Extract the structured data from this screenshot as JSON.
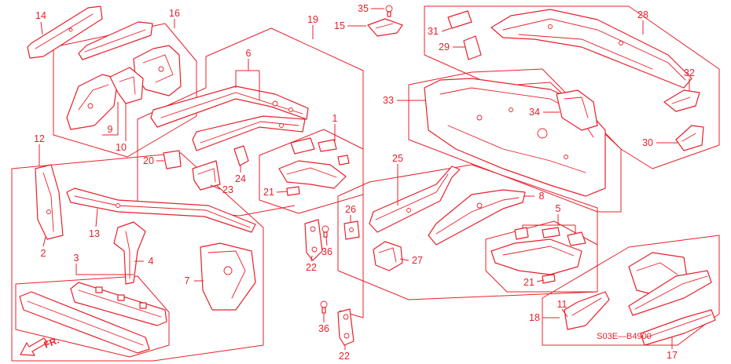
{
  "diagram": {
    "callouts": {
      "p14": "14",
      "p16": "16",
      "p19": "19",
      "p35": "35",
      "p15": "15",
      "p28": "28",
      "p31": "31",
      "p29": "29",
      "p6": "6",
      "p32": "32",
      "p33": "33",
      "p34": "34",
      "p9": "9",
      "p10": "10",
      "p1": "1",
      "p12": "12",
      "p30": "30",
      "p20": "20",
      "p25": "25",
      "p24": "24",
      "p23": "23",
      "p21a": "21",
      "p8": "8",
      "p5": "5",
      "p26": "26",
      "p13": "13",
      "p2": "2",
      "p36a": "36",
      "p4": "4",
      "p3": "3",
      "p22a": "22",
      "p27": "27",
      "p7": "7",
      "p21b": "21",
      "p11": "11",
      "p18": "18",
      "p36b": "36",
      "p22b": "22",
      "p17": "17"
    },
    "code": "S03E—B4900",
    "front_label": "FR."
  },
  "colors": {
    "line": "#e8202a",
    "background": "#ffffff"
  }
}
